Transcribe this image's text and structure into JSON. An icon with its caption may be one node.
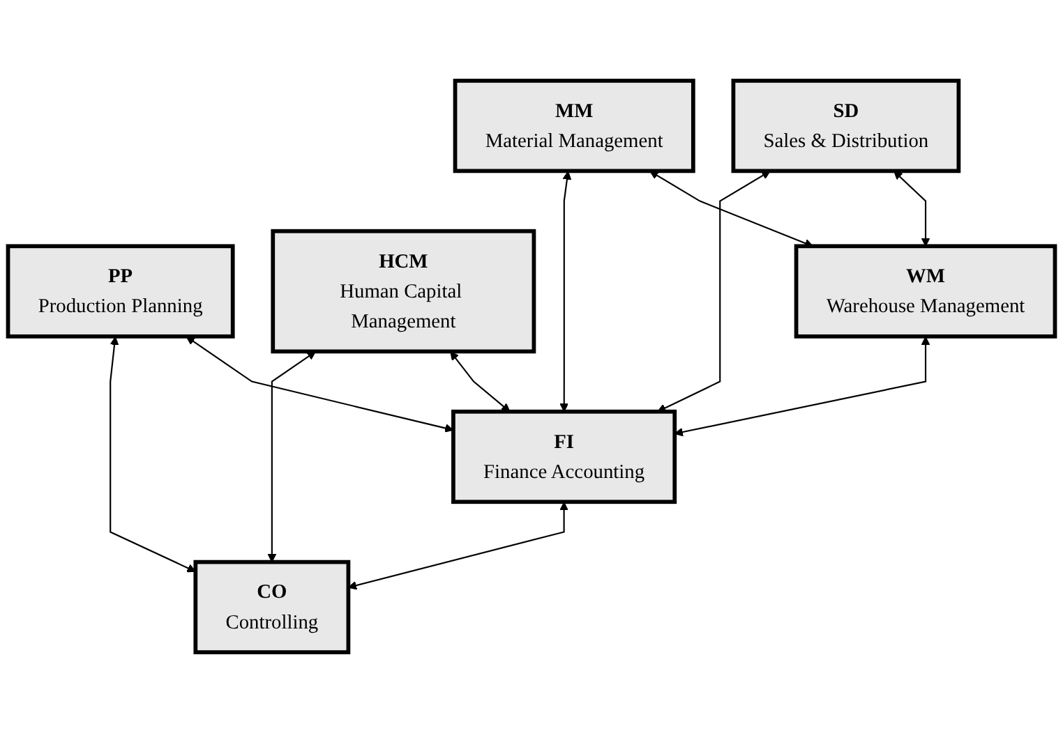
{
  "diagram": {
    "nodes": [
      {
        "text": [
          "PP",
          "Production Planning"
        ]
      },
      {
        "text": [
          "SD",
          "Sales & Distribution"
        ]
      },
      {
        "text": [
          "MM",
          "Material Management"
        ]
      },
      {
        "text": [
          "HCM",
          "Human Capital Management"
        ]
      },
      {
        "text": [
          "WM",
          "Warehouse Management"
        ]
      },
      {
        "text": [
          "FI",
          "Finance Accounting"
        ]
      },
      {
        "text": [
          "CO",
          "Controlling"
        ]
      }
    ],
    "edges": [
      {
        "from": 1,
        "to": 4,
        "arrow": "both"
      },
      {
        "from": 1,
        "to": 5,
        "arrow": "both"
      },
      {
        "from": 0,
        "to": 5,
        "arrow": "both"
      },
      {
        "from": 0,
        "to": 6,
        "arrow": "both"
      },
      {
        "from": 2,
        "to": 4,
        "arrow": "both"
      },
      {
        "from": 2,
        "to": 5,
        "arrow": "both"
      },
      {
        "from": 3,
        "to": 5,
        "arrow": "both"
      },
      {
        "from": 3,
        "to": 6,
        "arrow": "both"
      },
      {
        "from": 4,
        "to": 5,
        "arrow": "both"
      },
      {
        "from": 5,
        "to": 6,
        "arrow": "both"
      }
    ]
  }
}
